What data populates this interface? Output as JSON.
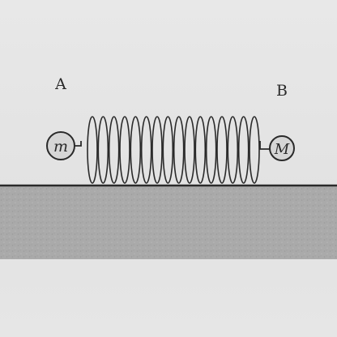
{
  "diagram": {
    "ball_a": {
      "point_label": "A",
      "mass_label": "m"
    },
    "ball_b": {
      "point_label": "B",
      "mass_label": "M"
    },
    "colors": {
      "ink": "#2a2a2a",
      "ball_fill": "#d6d6d6",
      "ground": "#a9a9a9",
      "paper": "#e4e4e4"
    }
  }
}
